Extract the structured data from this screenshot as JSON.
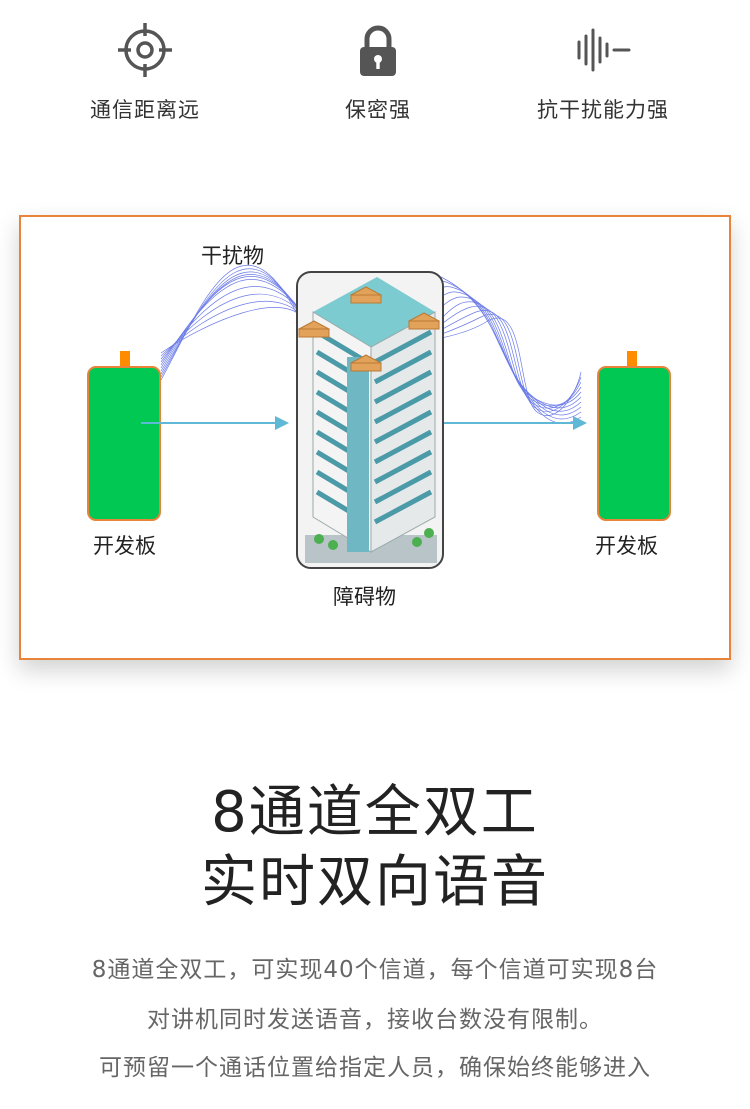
{
  "features": [
    {
      "icon": "target-icon",
      "label": "通信距离远"
    },
    {
      "icon": "lock-icon",
      "label": "保密强"
    },
    {
      "icon": "signal-waves-icon",
      "label": "抗干扰能力强"
    }
  ],
  "diagram": {
    "interference_label": "干扰物",
    "obstacle_label": "障碍物",
    "left_board_label": "开发板",
    "right_board_label": "开发板"
  },
  "headline": {
    "line1": "8通道全双工",
    "line2": "实时双向语音"
  },
  "description": {
    "line1": "8通道全双工，可实现40个信道，每个信道可实现8台",
    "line2": "对讲机同时发送语音，接收台数没有限制。",
    "line3": "可预留一个通话位置给指定人员，确保始终能够进入"
  },
  "colors": {
    "frame": "#e8833a",
    "board": "#00c853",
    "antenna": "#ff8c00",
    "arrow": "#5fb8d6",
    "wave": "#3a4fe0"
  }
}
